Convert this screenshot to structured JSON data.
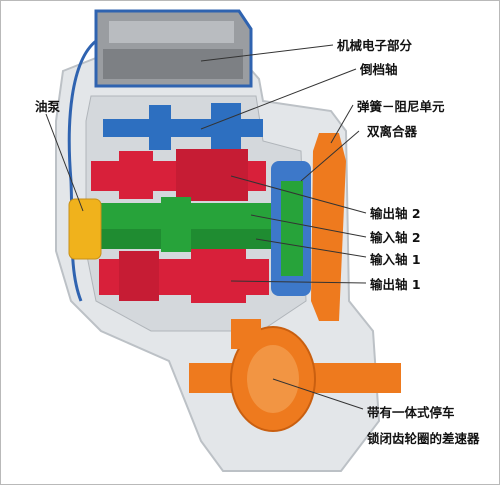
{
  "labels": {
    "mechatronics": "机械电子部分",
    "reverse_shaft": "倒档轴",
    "oil_pump": "油泵",
    "spring_damper": "弹簧－阻尼单元",
    "dual_clutch": "双离合器",
    "output_shaft_2": "输出轴 2",
    "input_shaft_2": "输入轴 2",
    "input_shaft_1": "输入轴 1",
    "output_shaft_1": "输出轴 1",
    "differential_line1": "带有一体式停车",
    "differential_line2": "锁闭齿轮圈的差速器"
  },
  "colors": {
    "casing": "#e3e6e9",
    "casing_dark": "#bcc1c6",
    "mechatronics": "#8a8d91",
    "outline_blue": "#2f63b0",
    "reverse_shaft": "#2d6fc0",
    "gears_red": "#d8203a",
    "input_green": "#27a33a",
    "pump_yellow": "#f0b21c",
    "clutch_blue": "#3d78c9",
    "differential_orange": "#ee7a1e",
    "leader": "#333333"
  }
}
